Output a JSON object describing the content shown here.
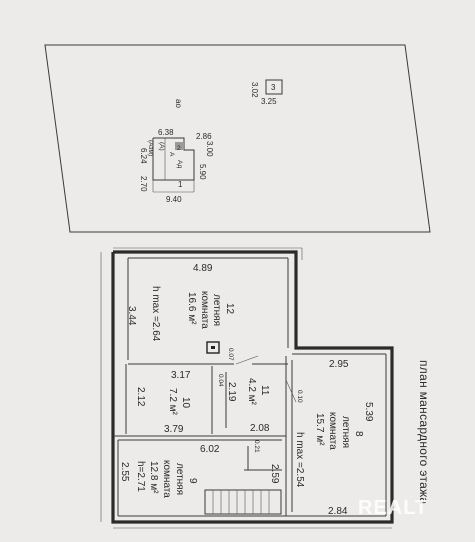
{
  "site_plan": {
    "plot_label": "ао",
    "outbuilding": {
      "number": "3",
      "dim_a": "3.02",
      "dim_b": "3.25"
    },
    "house": {
      "top_width": "6.38",
      "side_small": "2.86",
      "side_small_b": "3.00",
      "side_right": "5.90",
      "left_a": "6.24",
      "left_b": "2.70",
      "bottom": "9.40",
      "marker_1": "1",
      "marker_2": "2",
      "letter_a": "(А)",
      "letter_b": "(Азм)",
      "letter_c": "А",
      "letter_d": "Ад"
    }
  },
  "floor_plan": {
    "title": "план мансардного этажа",
    "dims": {
      "d489": "4.89",
      "d344": "3.44",
      "d317": "3.17",
      "d212": "2.12",
      "d379": "3.79",
      "d602": "6.02",
      "d295": "2.95",
      "d539": "5.39",
      "d219": "2.19",
      "d208": "2.08",
      "d259": "2.59",
      "d255": "2.55",
      "d284": "2.84",
      "d007": "0.07",
      "d004": "0.04",
      "d010": "0.10",
      "d021": "0.21"
    },
    "rooms": {
      "r12": {
        "num": "12",
        "name1": "летняя",
        "name2": "комната",
        "area": "16.6 м²",
        "hmax": "h max =2.64"
      },
      "r10": {
        "num": "10",
        "area": "7.2 м²"
      },
      "r11": {
        "num": "11",
        "area": "4.2 м²"
      },
      "r8": {
        "num": "8",
        "name1": "летняя",
        "name2": "комната",
        "area": "15.7 м²",
        "hmax": "h max =2.54"
      },
      "r9": {
        "num": "9",
        "name1": "летняя",
        "name2": "комната",
        "area": "12.8 м²",
        "hmax": "h=2.71"
      }
    }
  },
  "watermark": "REALT"
}
